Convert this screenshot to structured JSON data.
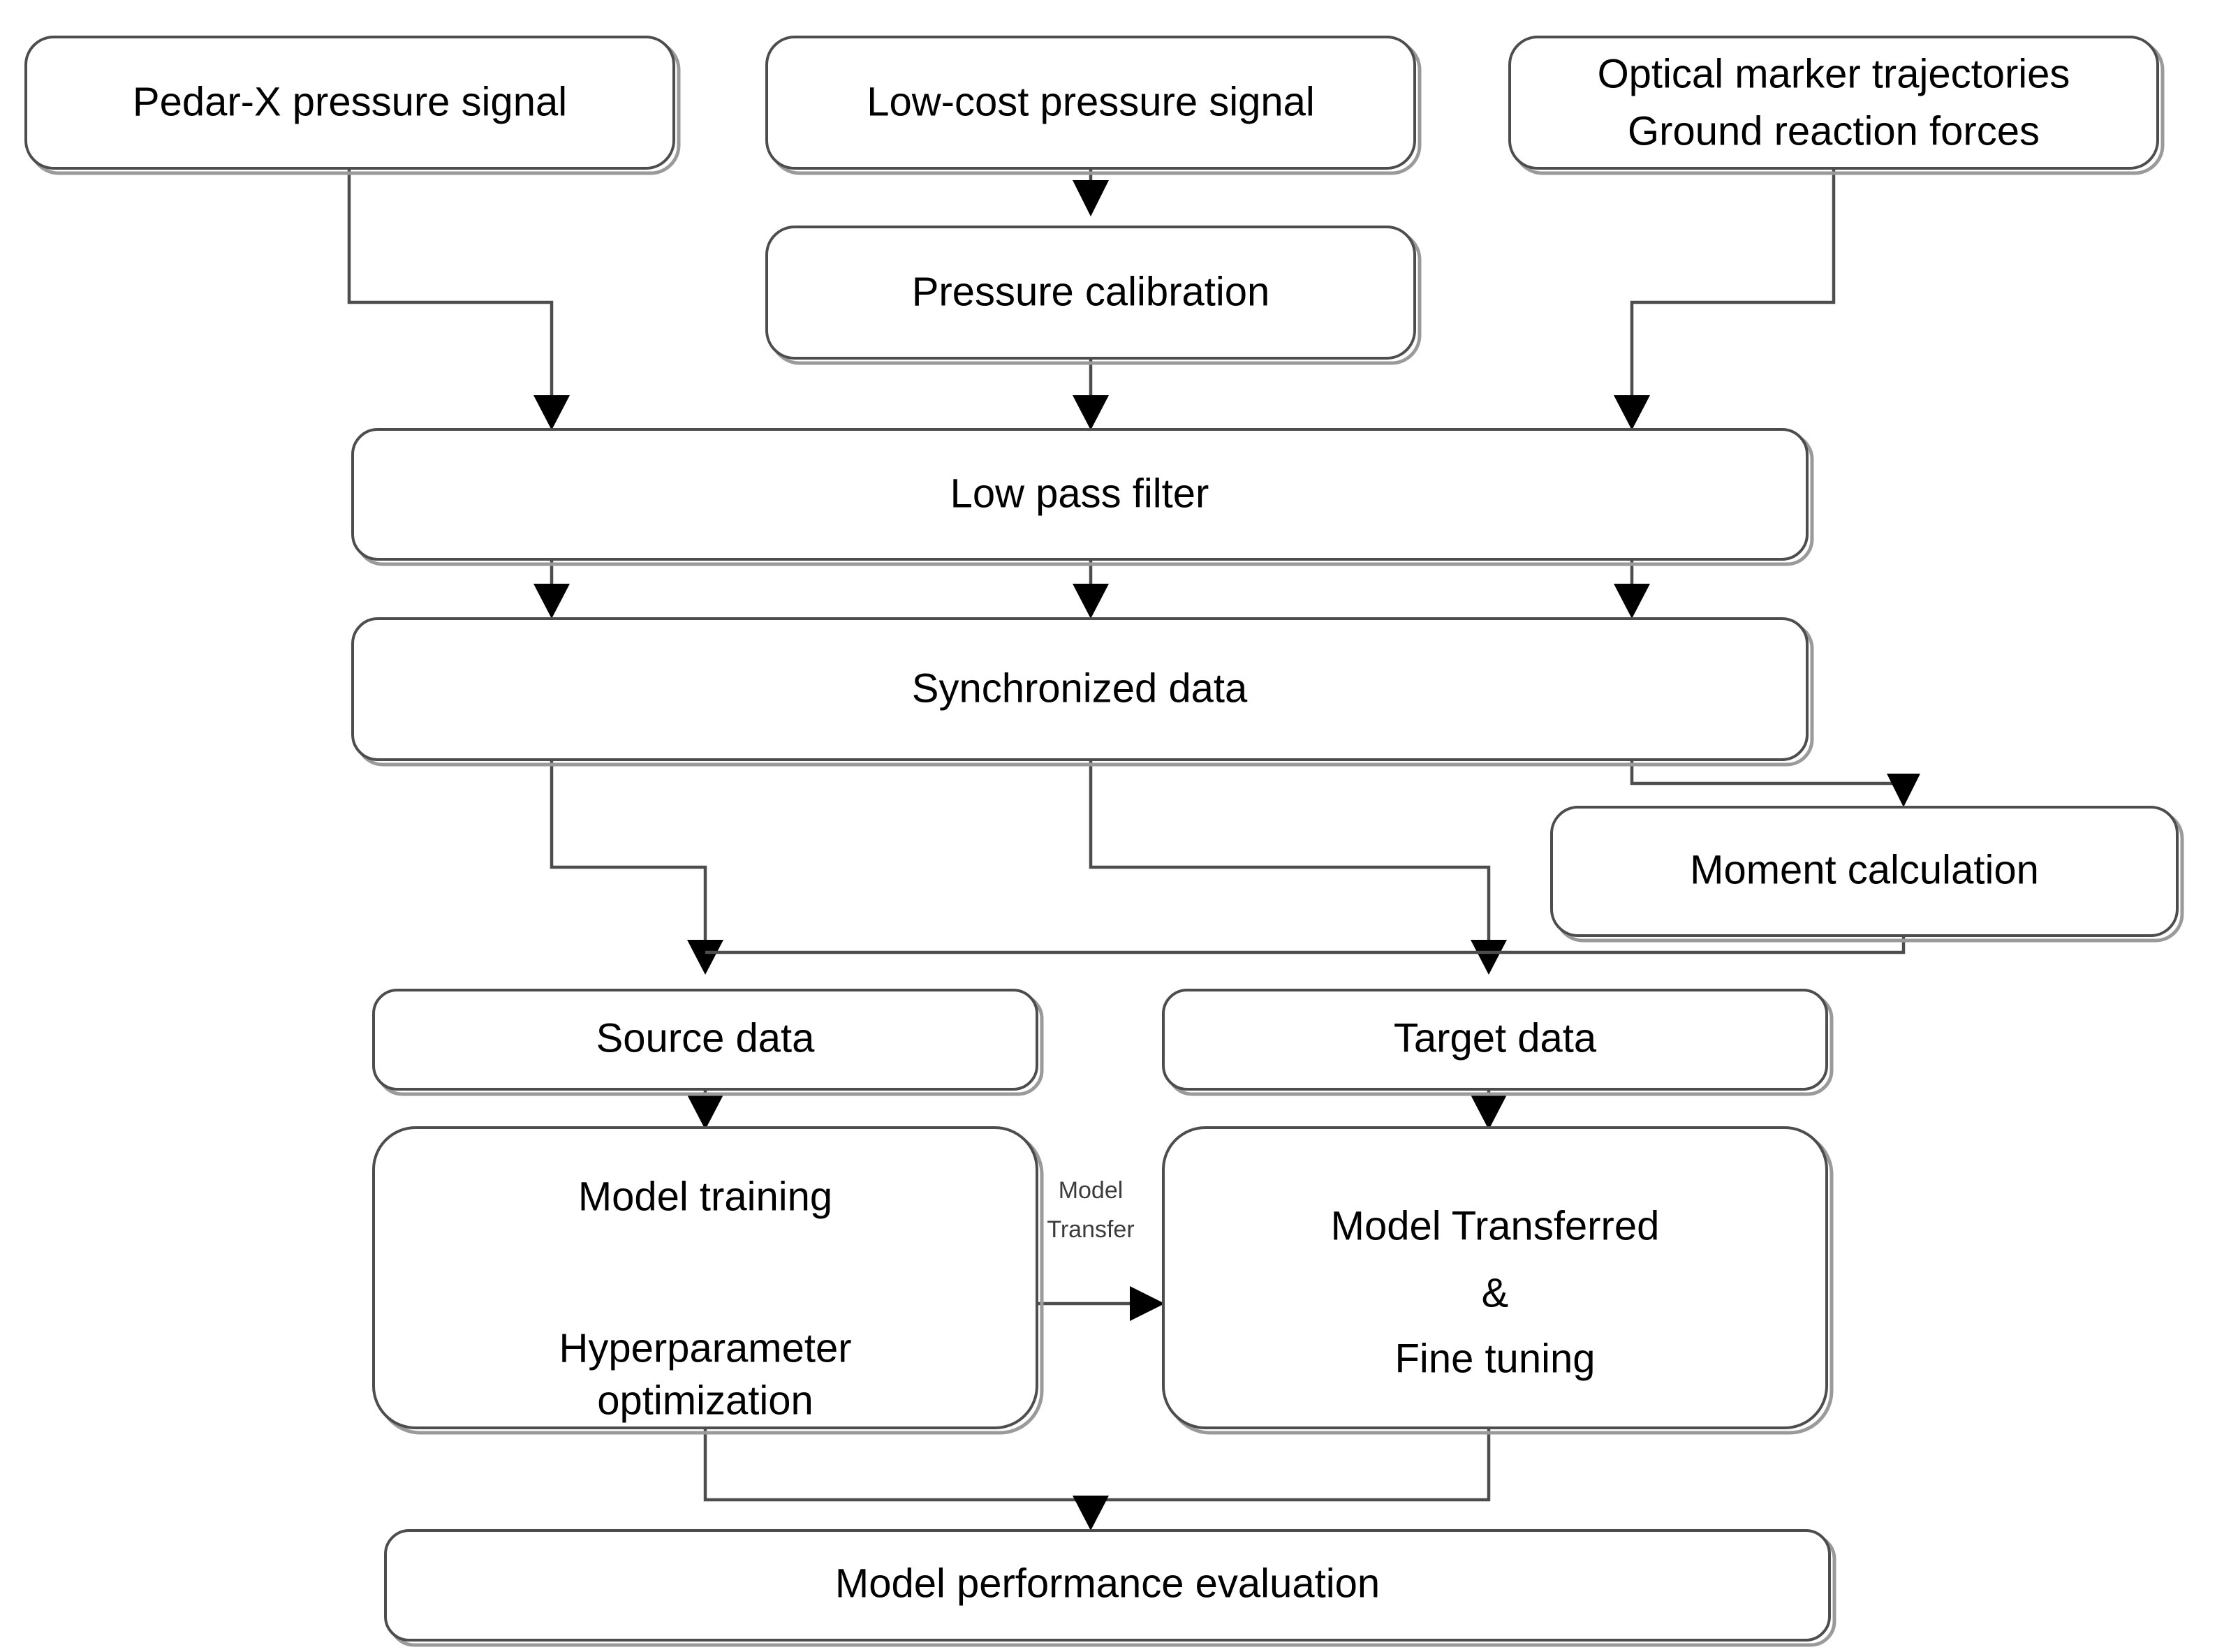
{
  "diagram": {
    "type": "flowchart",
    "title": "",
    "background_color": "#ffffff",
    "box_stroke_color": "#4d4d4d",
    "box_fill_color": "#ffffff",
    "edge_color": "#4d4d4d",
    "arrowhead_color": "#000000",
    "text_color": "#000000",
    "edge_label_color": "#3c3c3c",
    "nodes": [
      {
        "id": "pedar_x",
        "label": "Pedar-X pressure signal",
        "lines": [
          "Pedar-X pressure signal"
        ]
      },
      {
        "id": "low_cost",
        "label": "Low-cost pressure signal",
        "lines": [
          "Low-cost pressure signal"
        ]
      },
      {
        "id": "optical",
        "label": "Optical marker trajectories Ground reaction forces",
        "lines": [
          "Optical marker trajectories",
          "Ground reaction forces"
        ]
      },
      {
        "id": "pressure_calibration",
        "label": "Pressure calibration",
        "lines": [
          "Pressure calibration"
        ]
      },
      {
        "id": "low_pass_filter",
        "label": "Low pass filter",
        "lines": [
          "Low pass filter"
        ]
      },
      {
        "id": "synchronized_data",
        "label": "Synchronized data",
        "lines": [
          "Synchronized data"
        ]
      },
      {
        "id": "moment_calculation",
        "label": "Moment calculation",
        "lines": [
          "Moment calculation"
        ]
      },
      {
        "id": "source_data",
        "label": "Source data",
        "lines": [
          "Source data"
        ]
      },
      {
        "id": "target_data",
        "label": "Target data",
        "lines": [
          "Target data"
        ]
      },
      {
        "id": "model_training",
        "label": "Model training Hyperparameter optimization",
        "lines": [
          "Model training",
          "Hyperparameter",
          "optimization"
        ]
      },
      {
        "id": "model_transferred",
        "label": "Model Transferred & Fine tuning",
        "lines": [
          "Model Transferred",
          "&",
          "Fine tuning"
        ]
      },
      {
        "id": "model_evaluation",
        "label": "Model performance evaluation",
        "lines": [
          "Model performance evaluation"
        ]
      }
    ],
    "edge_labels": [
      {
        "id": "model_transfer",
        "lines": [
          "Model",
          "Transfer"
        ]
      }
    ],
    "edges": [
      {
        "from": "pedar_x",
        "to": "low_pass_filter"
      },
      {
        "from": "low_cost",
        "to": "pressure_calibration"
      },
      {
        "from": "pressure_calibration",
        "to": "low_pass_filter"
      },
      {
        "from": "optical",
        "to": "low_pass_filter"
      },
      {
        "from": "low_pass_filter",
        "to": "synchronized_data"
      },
      {
        "from": "synchronized_data",
        "to": "source_data"
      },
      {
        "from": "synchronized_data",
        "to": "target_data"
      },
      {
        "from": "synchronized_data",
        "to": "moment_calculation"
      },
      {
        "from": "moment_calculation",
        "to": "target_data"
      },
      {
        "from": "source_data",
        "to": "model_training"
      },
      {
        "from": "target_data",
        "to": "model_transferred"
      },
      {
        "from": "model_training",
        "to": "model_transferred",
        "label": "Model Transfer"
      },
      {
        "from": "model_training",
        "to": "model_evaluation"
      },
      {
        "from": "model_transferred",
        "to": "model_evaluation"
      },
      {
        "from": "model_training",
        "to": "model_training",
        "note": "bidirectional between Model training and Hyperparameter optimization"
      }
    ]
  },
  "node_text": {
    "pedar_x_l1": "Pedar-X pressure signal",
    "low_cost_l1": "Low-cost pressure signal",
    "optical_l1": "Optical marker trajectories",
    "optical_l2": "Ground reaction forces",
    "pressure_calibration_l1": "Pressure calibration",
    "low_pass_filter_l1": "Low pass filter",
    "synchronized_data_l1": "Synchronized data",
    "moment_calculation_l1": "Moment calculation",
    "source_data_l1": "Source data",
    "target_data_l1": "Target data",
    "model_training_l1": "Model training",
    "model_training_l2": "Hyperparameter",
    "model_training_l3": "optimization",
    "model_transferred_l1": "Model Transferred",
    "model_transferred_l2": "&",
    "model_transferred_l3": "Fine tuning",
    "model_evaluation_l1": "Model performance evaluation",
    "model_transfer_label_l1": "Model",
    "model_transfer_label_l2": "Transfer"
  }
}
